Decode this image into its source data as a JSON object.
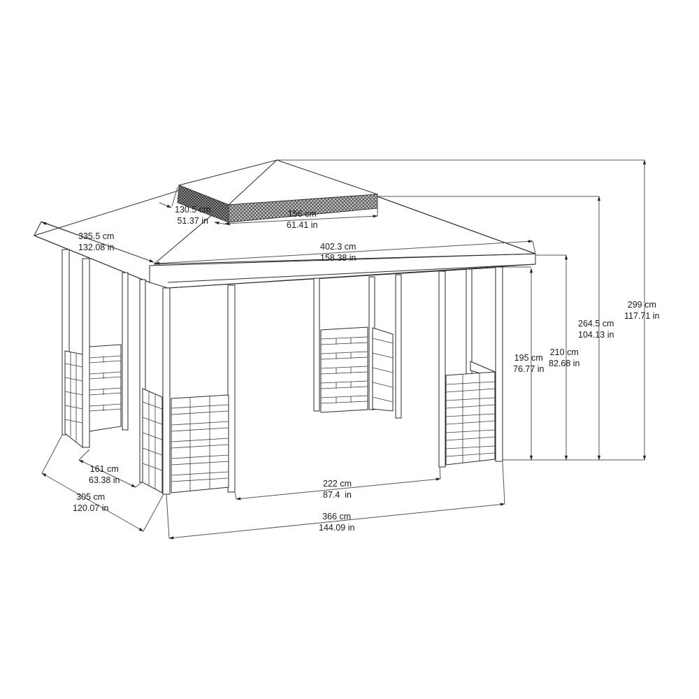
{
  "diagram": {
    "subject": "Gazebo with trellis side panels — dimension drawing",
    "colors": {
      "line": "#2a2a2a",
      "dimension_line": "#555555",
      "mesh_vent": "#3a3a3a",
      "background": "#ffffff"
    }
  },
  "dimensions": {
    "vent_depth": {
      "cm": "130.5 cm",
      "in": "51.37 in"
    },
    "vent_width": {
      "cm": "156 cm",
      "in": "61.41 in"
    },
    "roof_depth": {
      "cm": "335.5 cm",
      "in": "132.08 in"
    },
    "roof_width": {
      "cm": "402.3 cm",
      "in": "158.38 in"
    },
    "height_total": {
      "cm": "299 cm",
      "in": "117.71 in"
    },
    "height_vent_base": {
      "cm": "264.5 cm",
      "in": "104.13 in"
    },
    "height_eave": {
      "cm": "210 cm",
      "in": "82.68 in"
    },
    "height_clearance": {
      "cm": "195 cm",
      "in": "76.77 in"
    },
    "side_opening": {
      "cm": "161 cm",
      "in": "63.38 in"
    },
    "base_depth": {
      "cm": "305 cm",
      "in": "120.07 in"
    },
    "front_opening": {
      "cm": "222 cm",
      "in": "87.4  in"
    },
    "base_width": {
      "cm": "366 cm",
      "in": "144.09 in"
    }
  }
}
